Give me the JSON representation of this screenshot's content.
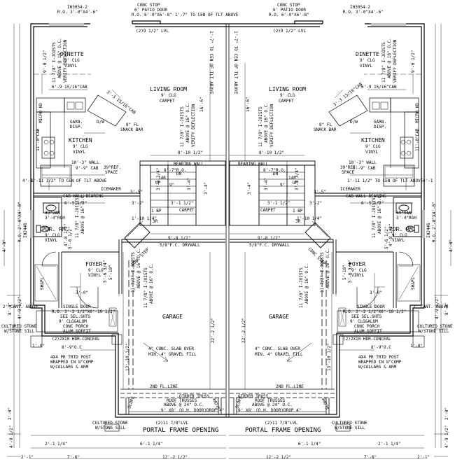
{
  "left": {
    "window_tl": "IH3054-2",
    "window_tl_ro": "R.O. 3'-0\"X4'-6\"",
    "conc_stop": "CONC STOP",
    "patio_door": "6' PATIO DOOR",
    "patio_ro": "R.O. 6'-0\"X6'-8\"",
    "patio_lvl": "(2)9 1/2\" LVL",
    "cen_note_top": "1'-7\" TO CEN OF TLT ABOVE",
    "cen_note_vert": "1'-7\" TO CEN OF TLT ABOVE",
    "dinette": "DINETTE",
    "dinette_clg": "9' CLG",
    "dinette_flr": "VINYL",
    "dinette_dim": "9'-0 1/2\"",
    "joists_dinette": "11 7/8\" I-JOISTS",
    "joists_dinette2": "ABOVE @ 16\" O.C.",
    "joists_dinette3": "VERIFY DEFLECTION",
    "cab_dim": "6'-9 15/16\"CAB",
    "living": "LIVING ROOM",
    "living_clg": "9' CLG",
    "living_flr": "CARPET",
    "living_dim": "16'-6\"",
    "cab_angle": "3'-3 15/16\"CAB",
    "micro": "MICRO HD",
    "dw": "D/W",
    "garb": "GARB.",
    "garb2": "DISP.",
    "snack": "8\" FL",
    "snack2": "SNACK BAR",
    "kitchen": "KITCHEN",
    "kitchen_clg": "9' CLG",
    "kitchen_flr": "VINYL",
    "kitchen_dim": "11'-0\"CAB",
    "joists_kitchen": "11 7/8\" I-JOISTS",
    "joists_kitchen2": "ABOVE @ 16\" O.C.",
    "joists_kitchen3": "VERIFY DEFLECTION",
    "wall_dim": "10'-3\" WALL",
    "cab_dim2": "9'-9\" CAB",
    "stair_dim": "8'-10 1/2\"",
    "bearing": "BEARING WALL",
    "stair_dn": "8'-7\"R.O.",
    "ref": "39\"REF.",
    "ref2": "SPACE",
    "icemaker": "ICEMAKER",
    "cen_tlt": "1'-11 1/2\" TO CEN OF TLT ABOVE",
    "dim_41": "4'-1",
    "cab_wall_bearing": "CAB WALL BEARING",
    "dim_3334": "3'-3 3/4\"",
    "dim_34a": "3'-4\"",
    "dim_34b": "3'-4\"",
    "dim_312": "3'-1 1/2\"",
    "dim_32": "3'-2\"",
    "dim_9": "9\"",
    "dim_1bp": "1 BP",
    "dim_3r": "3R",
    "dim_14r": "14R",
    "stair_dn_lbl": "DN",
    "stair_up_lbl": "UP",
    "carpet_stair": "CARPET",
    "vanity": "39\"VAN",
    "vanity2": "3'-4\"RGH",
    "dim_6512": "6'-5 1/2\"",
    "dim_35": "3'-5\"",
    "dim_5612": "5'-6 1/2\"",
    "dim_11014": "1'-10 1/4\"",
    "pdr": "PDR. RM.",
    "pdr_clg": "9' CLG",
    "pdr_flr": "VINYL",
    "pdr_dim": "4'-8 1/2\"",
    "joists_pdr": "11 7/8\" I-JOISTS",
    "joists_pdr2": "ABOVE @ 16\" O.C.",
    "window_side": "IH2446",
    "window_side_ro": "R.O. 2'-0\"X4'-0\"",
    "stair_dim_98": "9'-8 1/2\"",
    "drywall": "5/8\"F.C. DRYWALL",
    "conc_step": "CONC STEP",
    "foyer": "FOYER",
    "foyer_clg": "9' CLG",
    "foyer_flr": "VINYL",
    "foyer_dim": "5'-10\"",
    "foyer_dim2": "3'-0\"",
    "foyer_dim3": "5'-6 3/4\"",
    "sh": "SH&PL",
    "joists_foyer": "11 7/8\" I-JOISTS",
    "joists_foyer2": "ABOVE @ 16\" O.C.",
    "joists_garage": "11 7/8\" I-JOISTS",
    "joists_garage2": "ABOVE @ 16\" O.C.",
    "cant": "2' CANT. ABOVE",
    "single_door": "SINGLE DOOR",
    "single_door_ro": "R.O. 3'-2 1/2\"X6'-10 1/2\"",
    "see_sel": "SEE SEL.SHTS",
    "clg8": "9' CLG&ALUM",
    "porch": "CONC PORCH",
    "alum": "ALUM SOFFIT",
    "hdr": "(2)2X10 HDR-CONCEAL",
    "cultured": "CULTURED STONE",
    "stone_sill": "W/STONE SILL",
    "dim_89": "8'-9\"O.C",
    "post1": "4X4 PR TRTD POST",
    "post2": "WRAPPED IN 8\"COMP",
    "post3": "W/COLLARS & ARM",
    "garage": "GARAGE",
    "slab1": "4\" CONC. SLAB OVER",
    "slab2": "MIN. 4\" GRAVEL FILL",
    "dim_131012": "13'-10 1/2\"",
    "dim_2282": "22'-2 1/2\"",
    "fl_line": "2ND FL.LINE",
    "girder": "GIRDER TRUSS",
    "roof1": "ROOF TRUSSES",
    "roof2": "ABOVE @ 24\" O.C.",
    "garage_door": "9' X8' (O.H. DOOR)DROP 4\"",
    "slope": "SLOPE",
    "lvl_bottom": "(2)11 7/8\"LVL",
    "cultured_bottom": "CULTURED STONE",
    "stone_sill_bottom": "W/STONE SILL",
    "portal": "PORTAL FRAME OPENING",
    "dim_2114": "2'-1 1/4\"",
    "dim_61114": "6'-1 1/4\"",
    "dim_7612": "7'-6\"",
    "dim_12212": "12'-2 1/2\"",
    "dim_21": "2'-1\"",
    "dim_4912": "4'-9 1/2\"",
    "dim_4912b": "4'-9 1/2\"",
    "dim_1_0": "1'-0\"",
    "dim_2_0": "2'-0\"",
    "dim_4_0": "4'-0\"",
    "dim_8_0": "8'-0\""
  }
}
